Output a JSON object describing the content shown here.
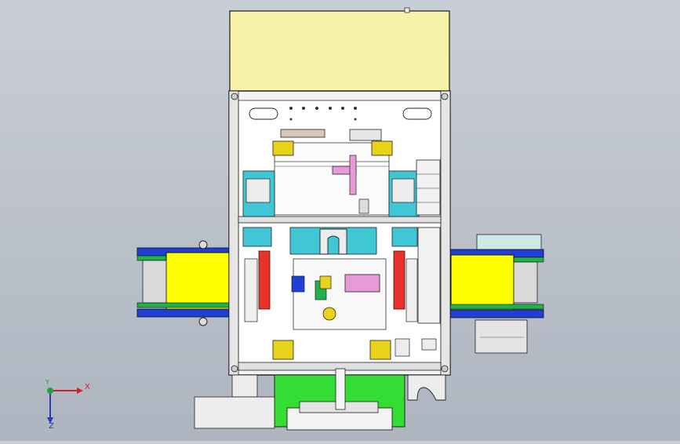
{
  "viewport": {
    "label": "",
    "background_top": "#c9ced6",
    "background_bottom": "#aeb5c0"
  },
  "model": {
    "top_panel_color": "#f7f2a8",
    "frame_color": "#f3f3f3",
    "frame_edge": "#1c1c1c",
    "conveyor_yellow": "#ffff00",
    "conveyor_blue": "#1f3fd6",
    "conveyor_green": "#22b24a",
    "cyan_block": "#3fc7d6",
    "red_guide": "#e8322a",
    "green_base": "#33dd33",
    "pink_part": "#e79ad8",
    "gold_clamp": "#e8d21a"
  },
  "triad": {
    "x_label": "X",
    "y_label": "Y",
    "z_label": "Z",
    "x_color": "#d0202a",
    "y_color": "#1aa43a",
    "z_color": "#2a3bb8"
  }
}
